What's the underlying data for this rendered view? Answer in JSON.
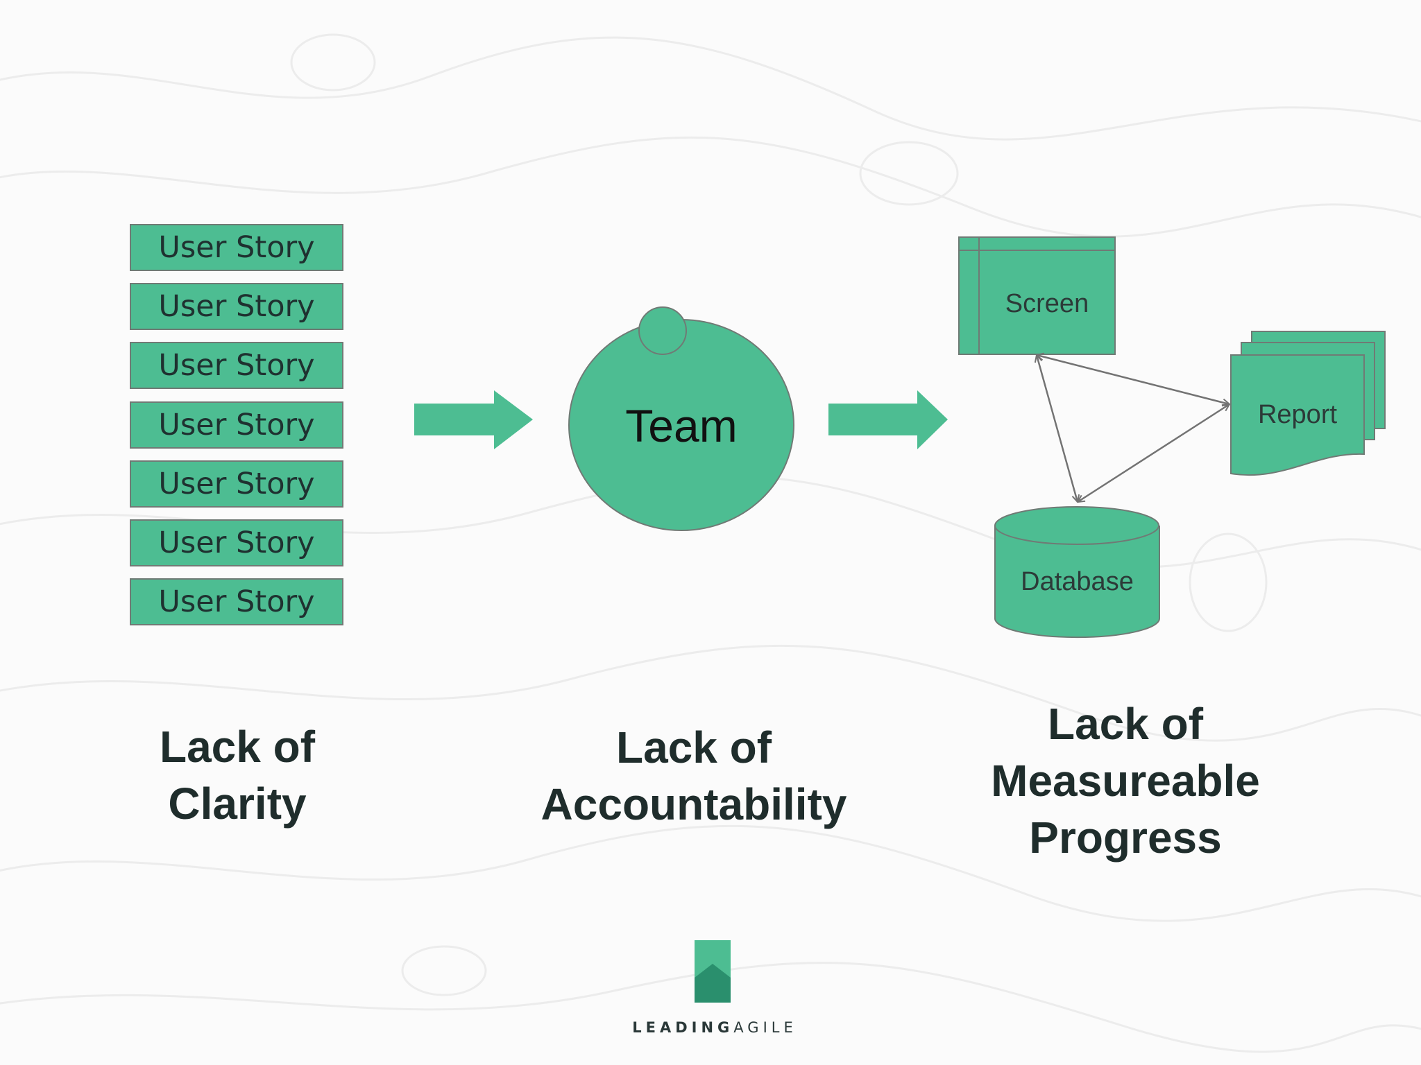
{
  "user_stories": [
    "User Story",
    "User Story",
    "User Story",
    "User Story",
    "User Story",
    "User Story",
    "User Story"
  ],
  "team": {
    "label": "Team"
  },
  "artifacts": {
    "screen": "Screen",
    "report": "Report",
    "database": "Database"
  },
  "captions": {
    "clarity": [
      "Lack of",
      "Clarity"
    ],
    "accountability": [
      "Lack of",
      "Accountability"
    ],
    "progress": [
      "Lack of",
      "Measureable",
      "Progress"
    ]
  },
  "logo": {
    "part1": "LEADING",
    "part2": "AGILE"
  },
  "colors": {
    "shape_fill": "#4dbd92",
    "shape_stroke": "#707a75",
    "text_dark": "#1f2d2c",
    "logo_dark": "#2a8f6d"
  }
}
